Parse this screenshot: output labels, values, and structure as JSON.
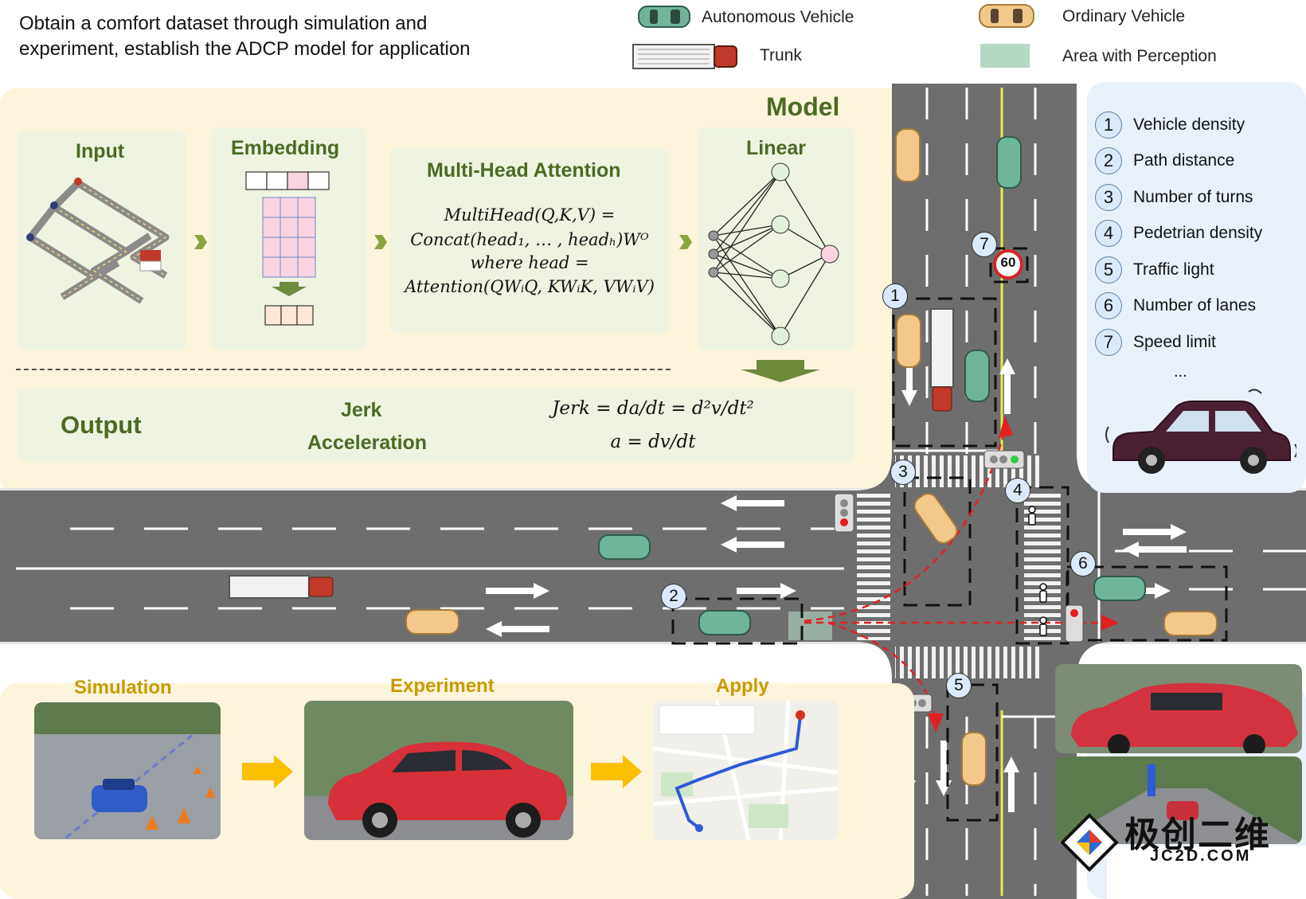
{
  "header": {
    "title_line1": "Obtain a comfort dataset through simulation and",
    "title_line2": "experiment, establish the ADCP model for application"
  },
  "legend": {
    "autonomous_vehicle": "Autonomous Vehicle",
    "ordinary_vehicle": "Ordinary Vehicle",
    "trunk": "Trunk",
    "area_with_perception": "Area with Perception"
  },
  "model": {
    "title": "Model",
    "input_label": "Input",
    "embedding_label": "Embedding",
    "mha_label": "Multi-Head Attention",
    "linear_label": "Linear",
    "formula_line1": "MultiHead(Q,K,V) =",
    "formula_line2": "Concat(head₁, … , headₕ)Wᴼ",
    "formula_line3": "where head =",
    "formula_line4": "Attention(QWᵢQ, KWᵢK, VWᵢV)",
    "output_label": "Output",
    "jerk_label": "Jerk",
    "acceleration_label": "Acceleration",
    "jerk_formula": "Jerk = da/dt = d²v/dt²",
    "accel_formula": "a = dv/dt"
  },
  "bottom": {
    "simulation_label": "Simulation",
    "experiment_label": "Experiment",
    "apply_label": "Apply"
  },
  "factors": [
    {
      "num": "1",
      "label": "Vehicle density"
    },
    {
      "num": "2",
      "label": "Path distance"
    },
    {
      "num": "3",
      "label": "Number of turns"
    },
    {
      "num": "4",
      "label": "Pedetrian density"
    },
    {
      "num": "5",
      "label": "Traffic light"
    },
    {
      "num": "6",
      "label": "Number of lanes"
    },
    {
      "num": "7",
      "label": "Speed limit"
    }
  ],
  "factors_more": "...",
  "markers": [
    "1",
    "2",
    "3",
    "4",
    "5",
    "6",
    "7"
  ],
  "speed_sign": "60",
  "watermark": {
    "text": "极创二维",
    "sub": "JC2D.COM"
  },
  "colors": {
    "autonomous": "#6fb59a",
    "ordinary": "#f2c98a",
    "perception": "#b5d8c4",
    "model_panel": "#fdf4dc",
    "factor_panel": "#e9f2fb",
    "heading_green": "#4b6b21",
    "heading_gold": "#c79b00",
    "route_red": "#e02020"
  }
}
